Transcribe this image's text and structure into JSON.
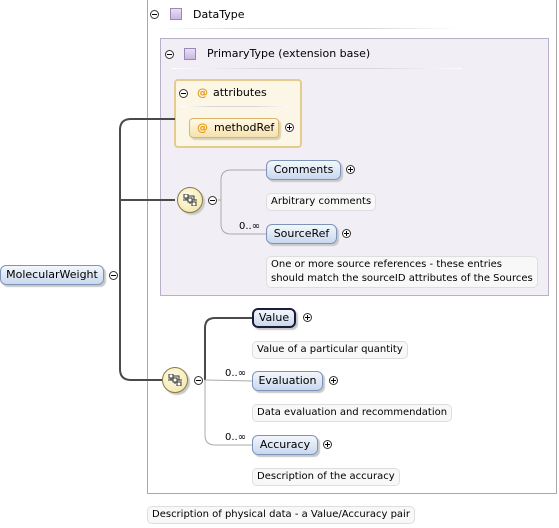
{
  "root_element": {
    "label": "MolecularWeight"
  },
  "data_type": {
    "label": "DataType"
  },
  "primary_type": {
    "label": "PrimaryType (extension base)"
  },
  "attributes_group": {
    "label": "attributes",
    "items": [
      {
        "label": "methodRef"
      }
    ]
  },
  "primary_sequence": {
    "elements": [
      {
        "label": "Comments",
        "cardinality": "",
        "doc": "Arbitrary comments"
      },
      {
        "label": "SourceRef",
        "cardinality": "0..∞",
        "doc_lines": [
          "One or more source references - these entries",
          "should match the sourceID attributes of the Sources"
        ]
      }
    ]
  },
  "data_sequence": {
    "elements": [
      {
        "label": "Value",
        "cardinality": "",
        "doc": "Value of a particular quantity"
      },
      {
        "label": "Evaluation",
        "cardinality": "0..∞",
        "doc": "Data evaluation and recommendation"
      },
      {
        "label": "Accuracy",
        "cardinality": "0..∞",
        "doc": "Description of the accuracy"
      }
    ]
  },
  "type_doc": "Description of physical data - a Value/Accuracy pair",
  "attribute_symbol": "@"
}
